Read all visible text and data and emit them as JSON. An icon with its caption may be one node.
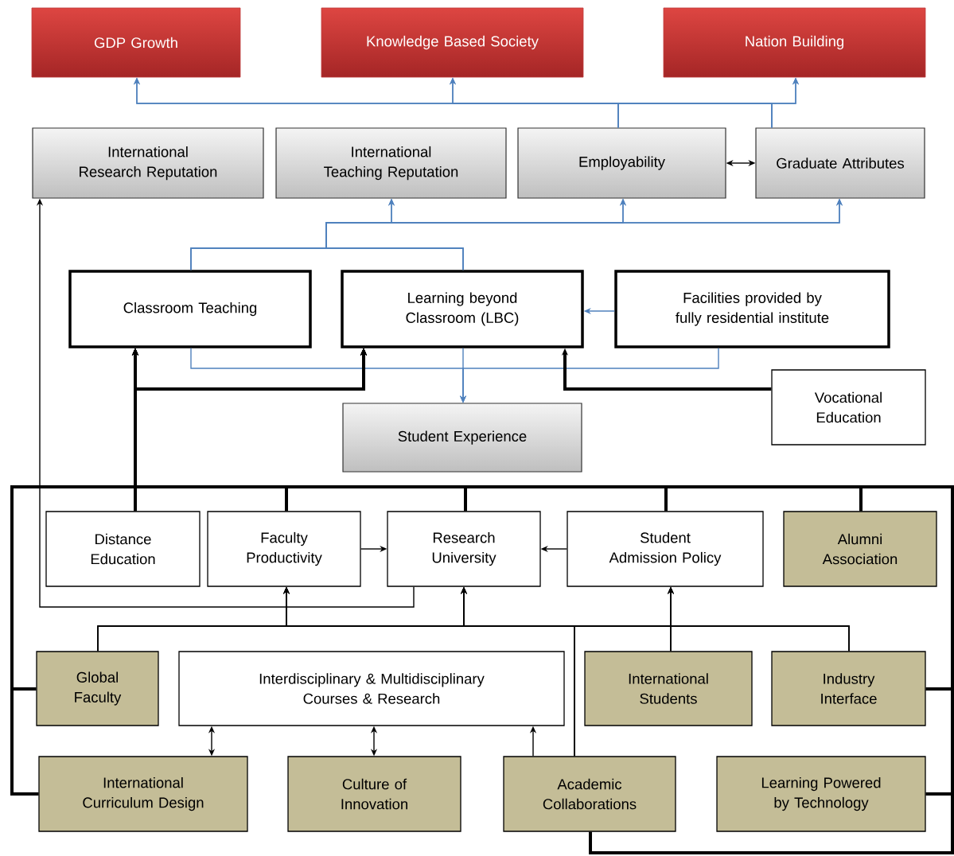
{
  "diagram": {
    "nodes": [
      {
        "text": [
          "GDP Growth"
        ]
      },
      {
        "text": [
          "Knowledge Based Society"
        ]
      },
      {
        "text": [
          "Nation Building"
        ]
      },
      {
        "text": [
          "International Research Reputation"
        ]
      },
      {
        "text": [
          "International Teaching Reputation"
        ]
      },
      {
        "text": [
          "Employability"
        ]
      },
      {
        "text": [
          "Graduate Attributes"
        ]
      },
      {
        "text": [
          "Classroom Teaching"
        ]
      },
      {
        "text": [
          "Learning beyond Classroom (LBC)"
        ]
      },
      {
        "text": [
          "Facilities provided by fully residential institute"
        ]
      },
      {
        "text": [
          "Vocational Education"
        ]
      },
      {
        "text": [
          "Student Experience"
        ]
      },
      {
        "text": [
          "Distance Education"
        ]
      },
      {
        "text": [
          "Faculty Productivity"
        ]
      },
      {
        "text": [
          "Research University"
        ]
      },
      {
        "text": [
          "Student Admission Policy"
        ]
      },
      {
        "text": [
          "Alumni Association"
        ]
      },
      {
        "text": [
          "Global Faculty"
        ]
      },
      {
        "text": [
          "Interdisciplinary & Multidisciplinary Courses & Research"
        ]
      },
      {
        "text": [
          "International Students"
        ]
      },
      {
        "text": [
          "Industry Interface"
        ]
      },
      {
        "text": [
          "International Curriculum Design"
        ]
      },
      {
        "text": [
          "Culture of Innovation"
        ]
      },
      {
        "text": [
          "Academic Collaborations"
        ]
      },
      {
        "text": [
          "Learning Powered by Technology"
        ]
      }
    ],
    "edges": [
      {
        "from": 5,
        "to": 0,
        "arrow": "to",
        "color": "#4f81bd"
      },
      {
        "from": 5,
        "to": 1,
        "arrow": "to",
        "color": "#4f81bd"
      },
      {
        "from": 5,
        "to": 2,
        "arrow": "to",
        "color": "#4f81bd"
      },
      {
        "from": 6,
        "to": 0,
        "arrow": "to",
        "color": "#4f81bd"
      },
      {
        "from": 6,
        "to": 1,
        "arrow": "to",
        "color": "#4f81bd"
      },
      {
        "from": 6,
        "to": 2,
        "arrow": "to",
        "color": "#4f81bd"
      },
      {
        "from": 5,
        "to": 6,
        "arrow": "both"
      },
      {
        "from": 7,
        "to": 4,
        "arrow": "to",
        "color": "#4f81bd"
      },
      {
        "from": 7,
        "to": 5,
        "arrow": "to",
        "color": "#4f81bd"
      },
      {
        "from": 7,
        "to": 6,
        "arrow": "to",
        "color": "#4f81bd"
      },
      {
        "from": 8,
        "to": 4,
        "arrow": "to",
        "color": "#4f81bd"
      },
      {
        "from": 8,
        "to": 5,
        "arrow": "to",
        "color": "#4f81bd"
      },
      {
        "from": 8,
        "to": 6,
        "arrow": "to",
        "color": "#4f81bd"
      },
      {
        "from": 9,
        "to": 8,
        "arrow": "to",
        "color": "#4f81bd"
      },
      {
        "from": 7,
        "to": 11,
        "arrow": "to",
        "color": "#4f81bd"
      },
      {
        "from": 8,
        "to": 11,
        "arrow": "to",
        "color": "#4f81bd"
      },
      {
        "from": 9,
        "to": 11,
        "arrow": "to",
        "color": "#4f81bd"
      },
      {
        "from": 10,
        "to": 8,
        "arrow": "to",
        "style": "thick"
      },
      {
        "from": 12,
        "to": 7,
        "arrow": "to",
        "style": "thick"
      },
      {
        "from": 12,
        "to": 8,
        "arrow": "to",
        "style": "thick"
      },
      {
        "from": 13,
        "to": 7,
        "arrow": "to",
        "style": "thick"
      },
      {
        "from": 13,
        "to": 8,
        "arrow": "to",
        "style": "thick"
      },
      {
        "from": 14,
        "to": 7,
        "arrow": "to",
        "style": "thick"
      },
      {
        "from": 14,
        "to": 8,
        "arrow": "to",
        "style": "thick"
      },
      {
        "from": 15,
        "to": 7,
        "arrow": "to",
        "style": "thick"
      },
      {
        "from": 15,
        "to": 8,
        "arrow": "to",
        "style": "thick"
      },
      {
        "from": 16,
        "to": 7,
        "arrow": "to",
        "style": "thick"
      },
      {
        "from": 16,
        "to": 8,
        "arrow": "to",
        "style": "thick"
      },
      {
        "from": 17,
        "to": 7,
        "arrow": "to",
        "style": "thick"
      },
      {
        "from": 17,
        "to": 8,
        "arrow": "to",
        "style": "thick"
      },
      {
        "from": 21,
        "to": 7,
        "arrow": "to",
        "style": "thick"
      },
      {
        "from": 21,
        "to": 8,
        "arrow": "to",
        "style": "thick"
      },
      {
        "from": 20,
        "to": 7,
        "arrow": "to",
        "style": "thick"
      },
      {
        "from": 20,
        "to": 8,
        "arrow": "to",
        "style": "thick"
      },
      {
        "from": 24,
        "to": 7,
        "arrow": "to",
        "style": "thick"
      },
      {
        "from": 24,
        "to": 8,
        "arrow": "to",
        "style": "thick"
      },
      {
        "from": 23,
        "to": 7,
        "arrow": "to",
        "style": "thick"
      },
      {
        "from": 23,
        "to": 8,
        "arrow": "to",
        "style": "thick"
      },
      {
        "from": 13,
        "to": 14,
        "arrow": "to"
      },
      {
        "from": 15,
        "to": 14,
        "arrow": "to"
      },
      {
        "from": 14,
        "to": 3,
        "arrow": "to"
      },
      {
        "from": 17,
        "to": 13,
        "arrow": "to"
      },
      {
        "from": 17,
        "to": 14,
        "arrow": "to"
      },
      {
        "from": 17,
        "to": 15,
        "arrow": "to"
      },
      {
        "from": 23,
        "to": 13,
        "arrow": "to"
      },
      {
        "from": 23,
        "to": 14,
        "arrow": "to"
      },
      {
        "from": 23,
        "to": 15,
        "arrow": "to"
      },
      {
        "from": 19,
        "to": 13,
        "arrow": "to"
      },
      {
        "from": 19,
        "to": 14,
        "arrow": "to"
      },
      {
        "from": 19,
        "to": 15,
        "arrow": "to"
      },
      {
        "from": 20,
        "to": 13,
        "arrow": "to"
      },
      {
        "from": 20,
        "to": 14,
        "arrow": "to"
      },
      {
        "from": 20,
        "to": 15,
        "arrow": "to"
      },
      {
        "from": 18,
        "to": 21,
        "arrow": "both"
      },
      {
        "from": 18,
        "to": 22,
        "arrow": "both"
      },
      {
        "from": 23,
        "to": 18,
        "arrow": "to"
      }
    ]
  }
}
